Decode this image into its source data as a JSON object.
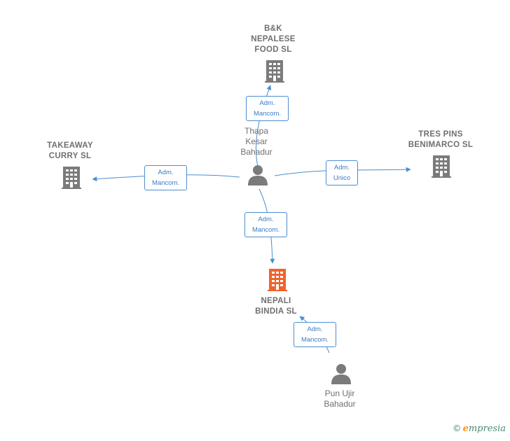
{
  "nodes": {
    "bk_nepalese": {
      "label": "B&K\nNEPALESE\nFOOD  SL"
    },
    "takeaway_curry": {
      "label": "TAKEAWAY\nCURRY  SL"
    },
    "tres_pins": {
      "label": "TRES PINS\nBENIMARCO SL"
    },
    "nepali_bindia": {
      "label": "NEPALI\nBINDIA  SL"
    },
    "thapa": {
      "label": "Thapa\nKesar\nBahadur"
    },
    "pun_ujir": {
      "label": "Pun Ujir\nBahadur"
    }
  },
  "edges": {
    "to_bk": {
      "label": "Adm.\nMancom."
    },
    "to_takeaway": {
      "label": "Adm.\nMancom."
    },
    "to_tres": {
      "label": "Adm.\nUnico"
    },
    "to_nepali": {
      "label": "Adm.\nMancom."
    },
    "pun_to_nepali": {
      "label": "Adm.\nMancom."
    }
  },
  "footer": {
    "copyright_symbol": "©",
    "brand_initial": "e",
    "brand_rest": "mpresia"
  },
  "colors": {
    "building": "#7b7b7b",
    "building_focus": "#f0622d",
    "edge": "#4a8ed1",
    "person": "#7b7b7b"
  }
}
